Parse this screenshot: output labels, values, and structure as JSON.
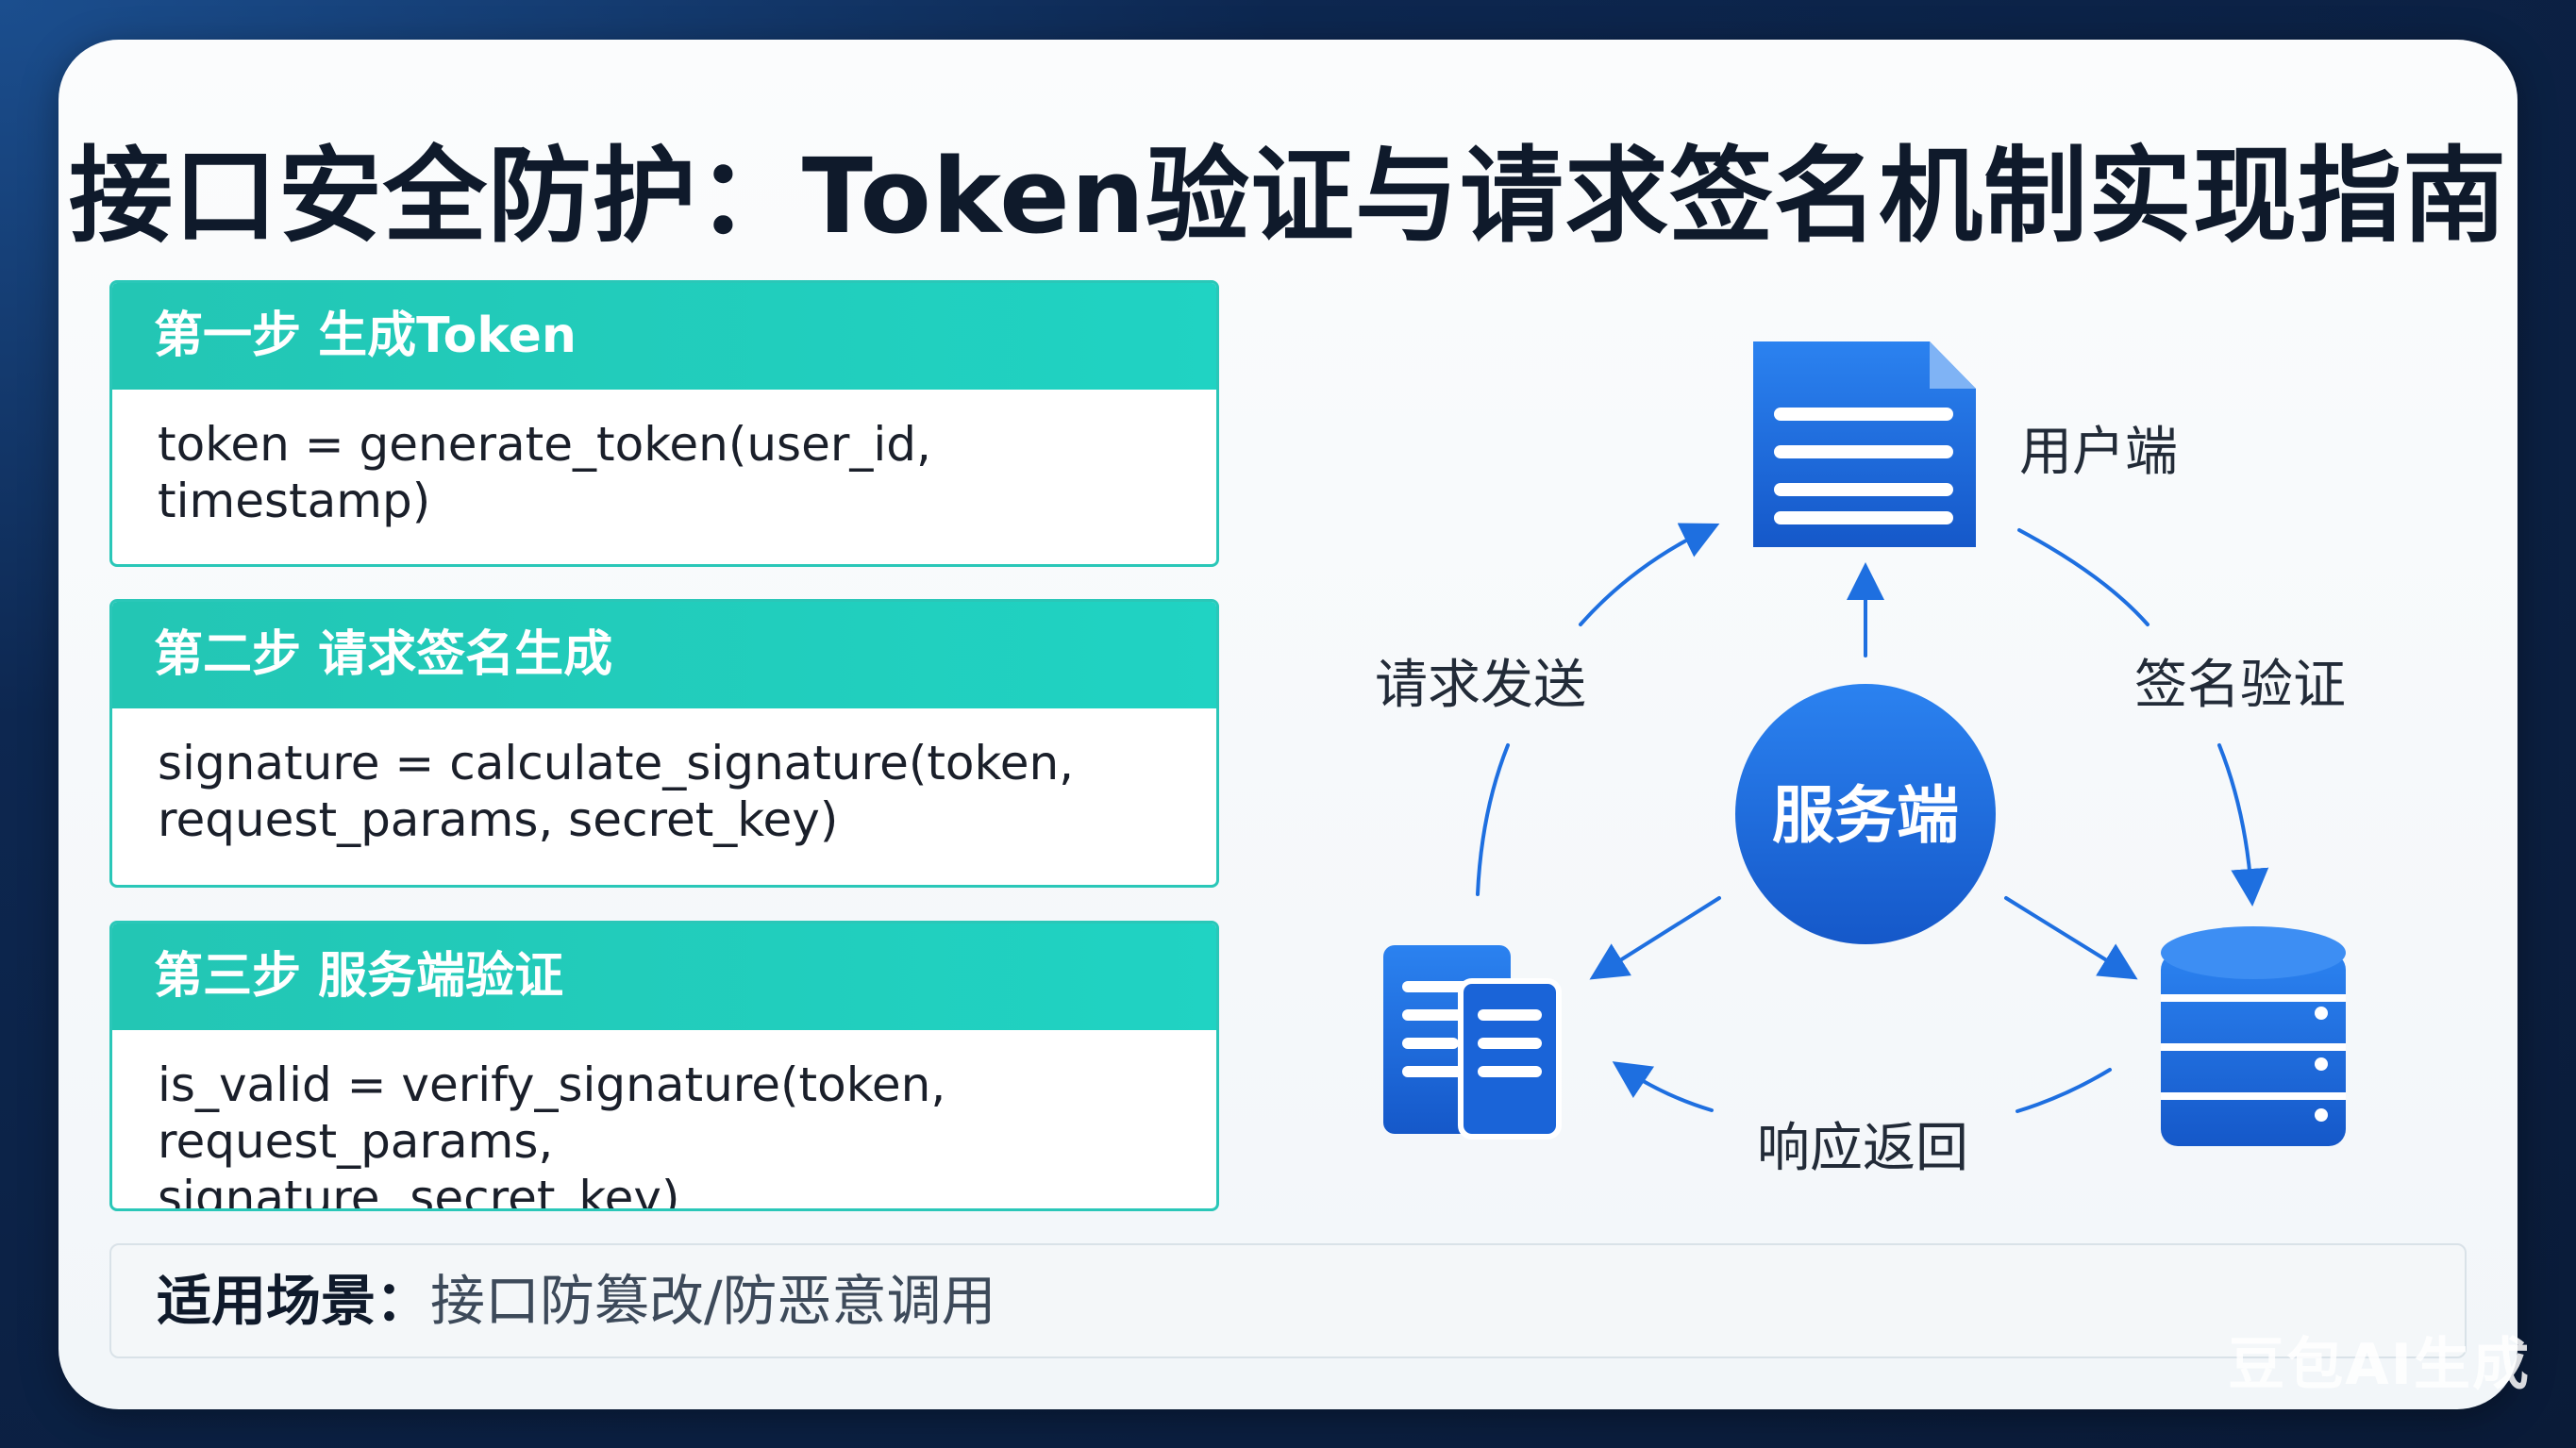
{
  "title": "接口安全防护：Token验证与请求签名机制实现指南",
  "steps": [
    {
      "header": "第一步 生成Token",
      "code": "token = generate_token(user_id, timestamp)\n..."
    },
    {
      "header": "第二步 请求签名生成",
      "code": "signature = calculate_signature(token,\nrequest_params, secret_key)"
    },
    {
      "header": "第三步 服务端验证",
      "code": "is_valid = verify_signature(token, request_params,\nsignature, secret_key)"
    }
  ],
  "scene": {
    "label": "适用场景：",
    "value": "接口防篡改/防恶意调用"
  },
  "diagram": {
    "client_label": "用户端",
    "server_label": "服务端",
    "edge_request": "请求发送",
    "edge_verify": "签名验证",
    "edge_response": "响应返回",
    "icons": [
      "document-icon",
      "server-icon",
      "database-icon",
      "files-icon"
    ],
    "accent_color": "#1e6fe0"
  },
  "watermark": "豆包AI生成"
}
